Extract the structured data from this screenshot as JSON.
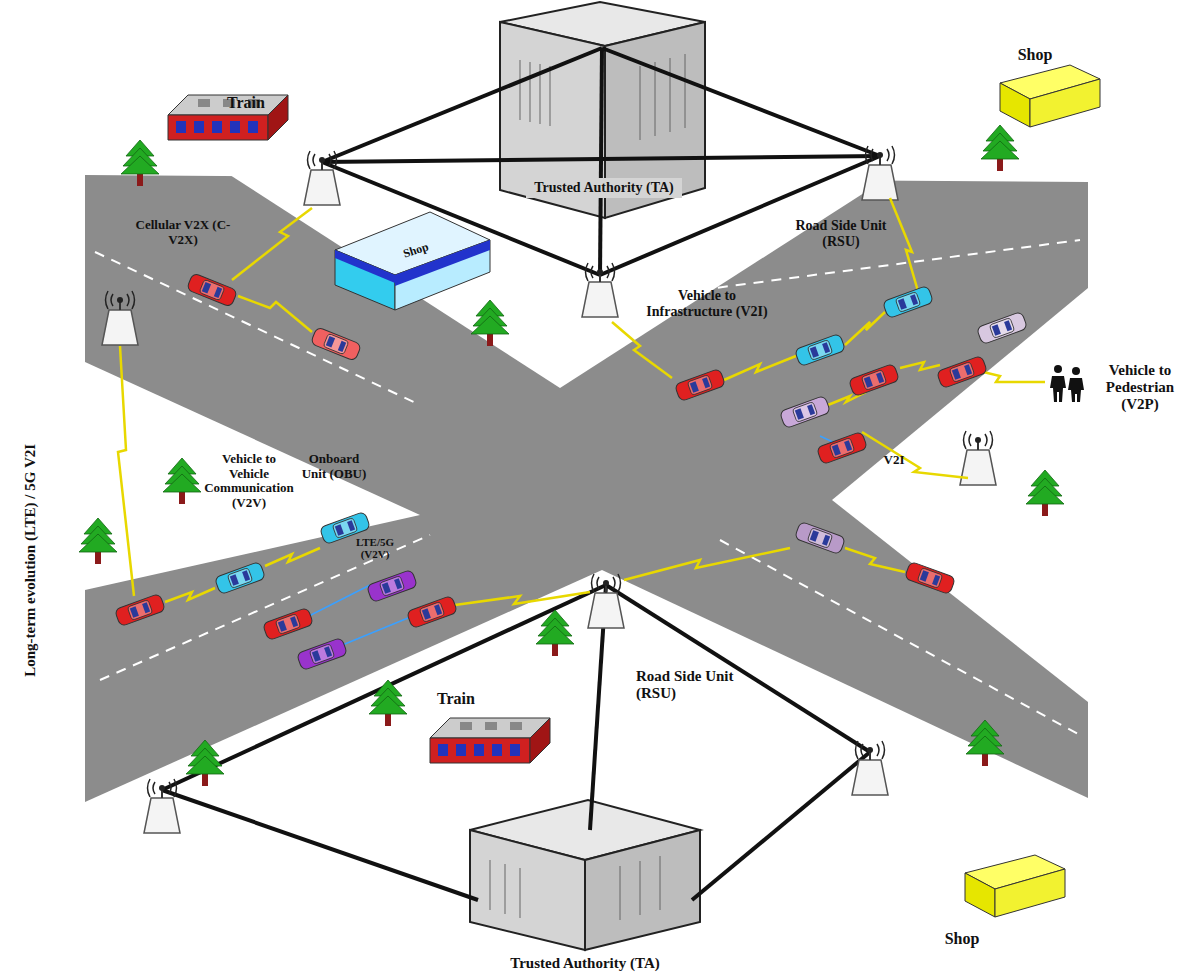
{
  "diagram": {
    "nodes": [
      {
        "text": [
          "Trusted Authority (TA)"
        ]
      },
      {
        "text": [
          "Trusted Authority (TA)"
        ]
      }
    ],
    "edges": [],
    "labels": [
      "Shop",
      "Train",
      "Cellular V2X (C-V2X)",
      "Shop",
      "Road Side Unit (RSU)",
      "Vehicle to Infrastructure (V2I)",
      "Vehicle to Pedestrian (V2P)",
      "V2I",
      "Long-term evolution (LTE) / 5G V2I",
      "Vehicle to Vehicle Communication (V2V)",
      "Onboard Unit (OBU)",
      "LTE/5G (V2V)",
      "Road Side Unit (RSU)",
      "Train",
      "Shop"
    ]
  }
}
